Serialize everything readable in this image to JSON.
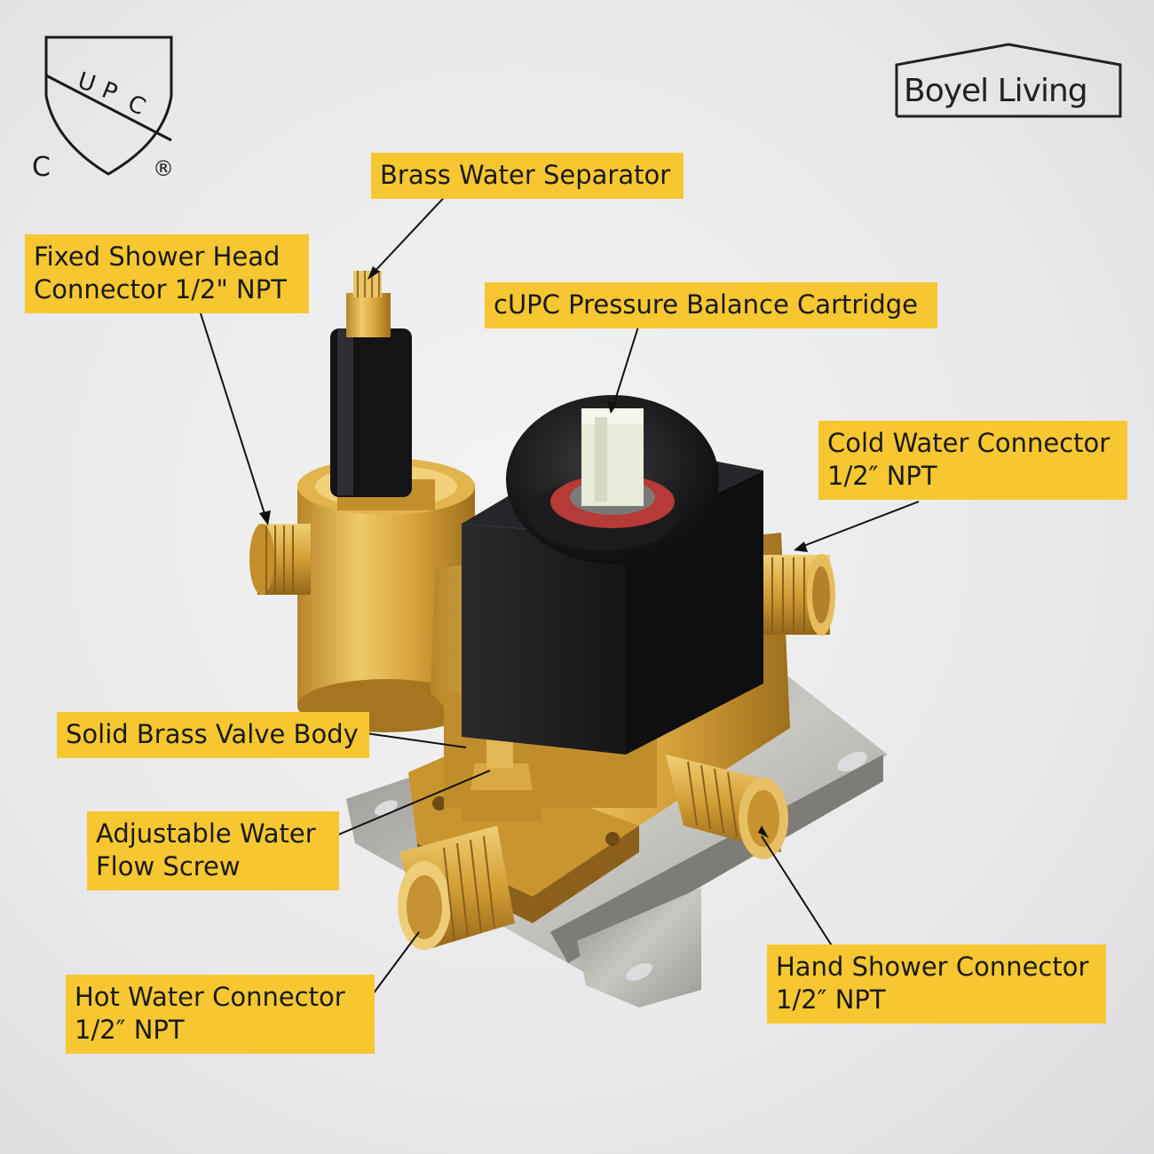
{
  "brand": {
    "name": "Boyel Living",
    "certification": "UPC",
    "cert_prefix": "C",
    "registered_mark": "®"
  },
  "callouts": {
    "brass_water_separator": "Brass Water Separator",
    "fixed_shower_head": "Fixed Shower Head\nConnector 1/2\" NPT",
    "pressure_balance_cartridge": "cUPC Pressure Balance Cartridge",
    "cold_water_connector": "Cold Water Connector\n1/2″ NPT",
    "valve_body": "Solid Brass Valve Body",
    "flow_screw": "Adjustable Water\nFlow Screw",
    "hot_water_connector": "Hot Water Connector\n1/2″ NPT",
    "hand_shower_connector": "Hand Shower Connector\n1/2″ NPT"
  },
  "colors": {
    "label_bg": "#f6c731",
    "brass": "#d9a93a",
    "matte_black": "#1c1c1e",
    "bracket": "#a8a7a2"
  }
}
